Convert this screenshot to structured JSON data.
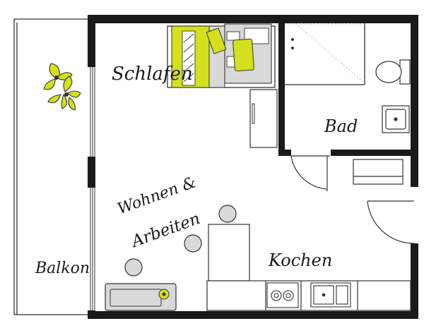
{
  "rooms": {
    "schlafen": "Schlafen",
    "bad": "Bad",
    "wohnen_line1": "Wohnen &",
    "wohnen_line2": "Arbeiten",
    "kochen": "Kochen",
    "balkon": "Balkon"
  },
  "colors": {
    "wall": "#1a1a1a",
    "accent": "#d4e01c",
    "furniture": "#d9d9d9",
    "line": "#333333"
  }
}
